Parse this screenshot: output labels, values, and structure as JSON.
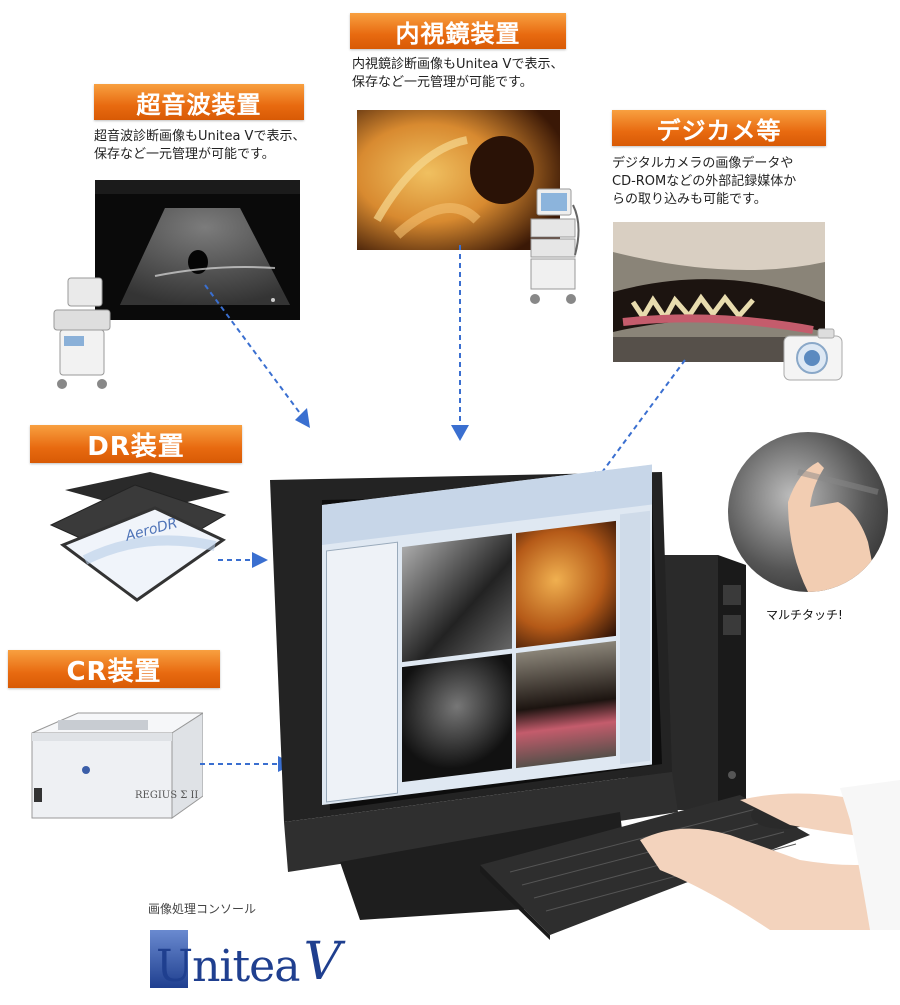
{
  "devices": {
    "ultrasound": {
      "label": "超音波装置",
      "desc": [
        "超音波診断画像もUnitea Vで表示、",
        "保存など一元管理が可能です。"
      ]
    },
    "endoscope": {
      "label": "内視鏡装置",
      "desc": [
        "内視鏡診断画像もUnitea Vで表示、",
        "保存など一元管理が可能です。"
      ]
    },
    "camera": {
      "label": "デジカメ等",
      "desc": [
        "デジタルカメラの画像データや",
        "CD-ROMなどの外部記録媒体か",
        "らの取り込みも可能です。"
      ]
    },
    "dr": {
      "label": "DR装置",
      "panel_text": "AeroDR"
    },
    "cr": {
      "label": "CR装置",
      "device_text": "REGIUS Σ II"
    }
  },
  "multitouch": {
    "label": "マルチタッチ!"
  },
  "brand": {
    "subtitle": "画像処理コンソール",
    "name_main": "Unitea",
    "name_v": "V"
  },
  "colors": {
    "accent": "#e86a10",
    "arrow": "#3a6fd0",
    "brand_blue": "#1f3f8f"
  }
}
